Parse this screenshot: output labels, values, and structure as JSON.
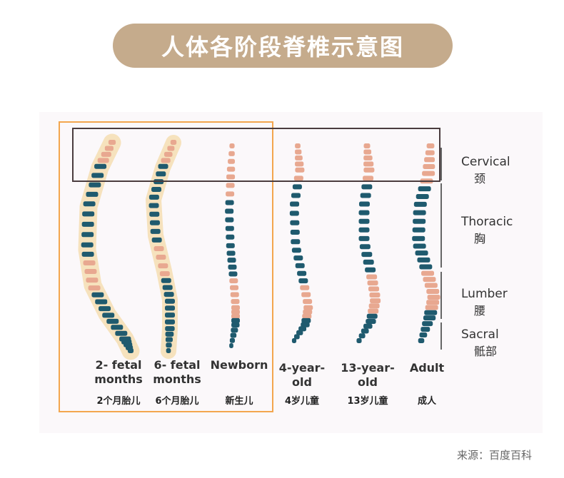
{
  "title": "人体各阶段脊椎示意图",
  "source": "来源：百度百科",
  "regions": [
    {
      "en": "Cervical",
      "zh": "颈"
    },
    {
      "en": "Thoracic",
      "zh": "胸"
    },
    {
      "en": "Lumber",
      "zh": "腰"
    },
    {
      "en": "Sacral",
      "zh": "骶部"
    }
  ],
  "stages": [
    {
      "en": "2- fetal\nmonths",
      "zh": "2个月胎儿"
    },
    {
      "en": "6- fetal\nmonths",
      "zh": "6个月胎儿"
    },
    {
      "en": "Newborn",
      "zh": "新生儿"
    },
    {
      "en": "4-year-\nold",
      "zh": "4岁儿童"
    },
    {
      "en": "13-year-\nold",
      "zh": "13岁儿童"
    },
    {
      "en": "Adult",
      "zh": "成人"
    }
  ],
  "colors": {
    "title_bg": "#c5ab8c",
    "fetal_box": "#f3a64e",
    "cervical_box": "#4a3c3e",
    "vertebra_dark": "#1f5a6e",
    "vertebra_light": "#e8a890",
    "fetal_glow": "#f2cf8a"
  }
}
